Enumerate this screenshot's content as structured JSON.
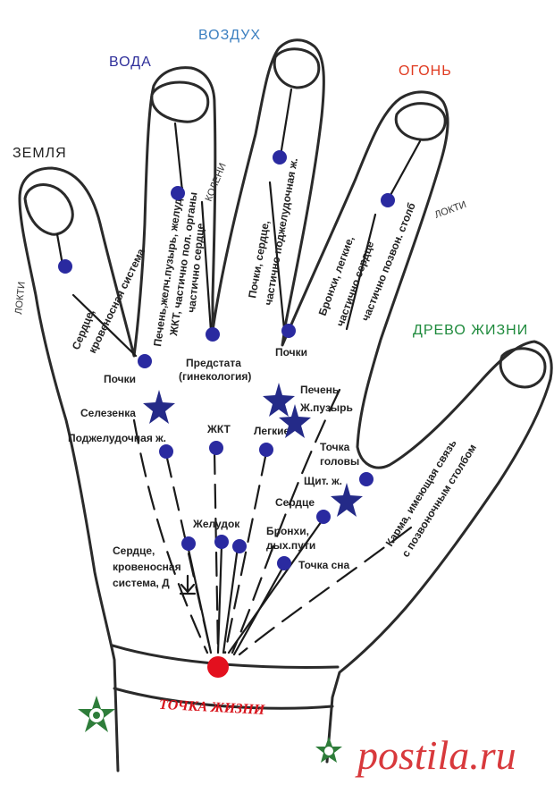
{
  "colors": {
    "earth": "#1f1f1f",
    "water": "#2f2f9a",
    "air": "#3b7fc0",
    "fire": "#e03a20",
    "tree": "#1e8a3c",
    "dot": "#2a2aa0",
    "star": "#242a88",
    "life_point": "#e3101e",
    "life_text": "#d8141c",
    "watermark": "#d8393c"
  },
  "elements": {
    "earth": "ЗЕМЛЯ",
    "water": "ВОДА",
    "air": "ВОЗДУХ",
    "fire": "ОГОНЬ",
    "tree": "ДРЕВО ЖИЗНИ"
  },
  "finger_labels": {
    "little_1": "Сердце,",
    "little_2": "кровеносная система",
    "little_side": "ЛОКТИ",
    "ring_1": "Печень,желч.пузырь, желудок",
    "ring_2": "ЖКТ, частично пол. органы",
    "ring_3": "частично сердце",
    "middle_1": "Почки, сердце,",
    "middle_2": "частично поджелудочная ж.",
    "middle_side": "КОЛЕНИ",
    "index_1": "Бронхи, легкие,",
    "index_2": "частично сердце",
    "index_3": "частично позвон. столб",
    "index_side": "ЛОКТИ",
    "thumb_1": "Карма, имеющая связь",
    "thumb_2": "с позвоночным столбом"
  },
  "palm_labels": {
    "kidneys_left": "Почки",
    "prostate_1": "Предстата",
    "prostate_2": "(гинекология)",
    "kidneys_right": "Почки",
    "spleen": "Селезенка",
    "liver": "Печень",
    "gallbladder": "Ж.пузырь",
    "pancreas": "Поджелудочная ж.",
    "gi_tract": "ЖКТ",
    "lungs": "Легкие",
    "head_point_1": "Точка",
    "head_point_2": "головы",
    "thyroid": "Щит. ж.",
    "heart": "Сердце",
    "stomach": "Желудок",
    "bronchi_1": "Бронхи,",
    "bronchi_2": "дых.пути",
    "circulatory_1": "Сердце,",
    "circulatory_2": "кровеносная",
    "circulatory_3": "система, Д",
    "sleep_point": "Точка сна",
    "life_point": "ТОЧКА ЖИЗНИ"
  },
  "watermark": "postila.ru"
}
